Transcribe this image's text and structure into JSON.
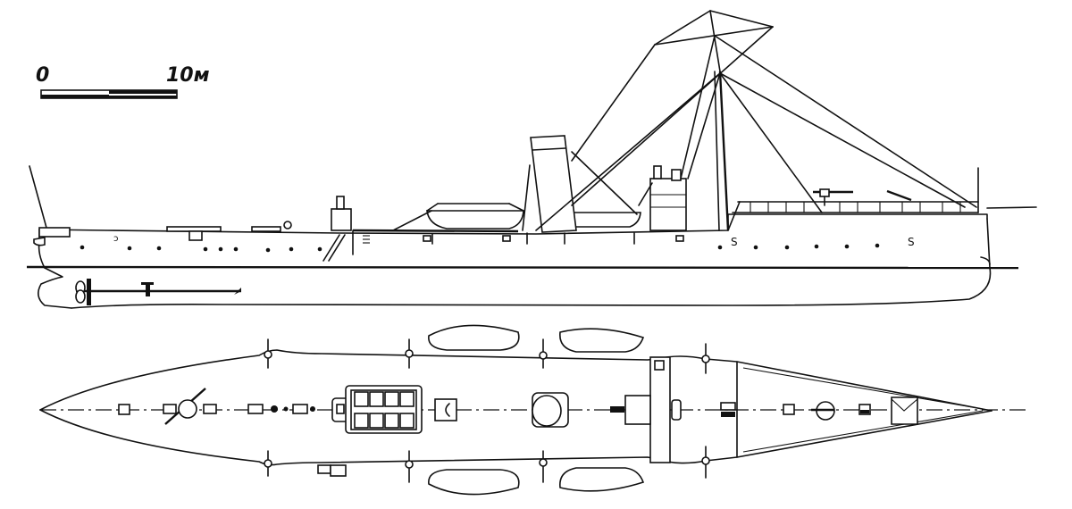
{
  "scale_bar": {
    "start_label": "0",
    "end_label": "10м",
    "length_m": 10
  },
  "views": [
    {
      "name": "side-profile",
      "description": "Side elevation of torpedo gunboat"
    },
    {
      "name": "deck-plan",
      "description": "Top-down deck plan"
    }
  ],
  "colors": {
    "ink": "#111111",
    "paper": "#ffffff"
  }
}
